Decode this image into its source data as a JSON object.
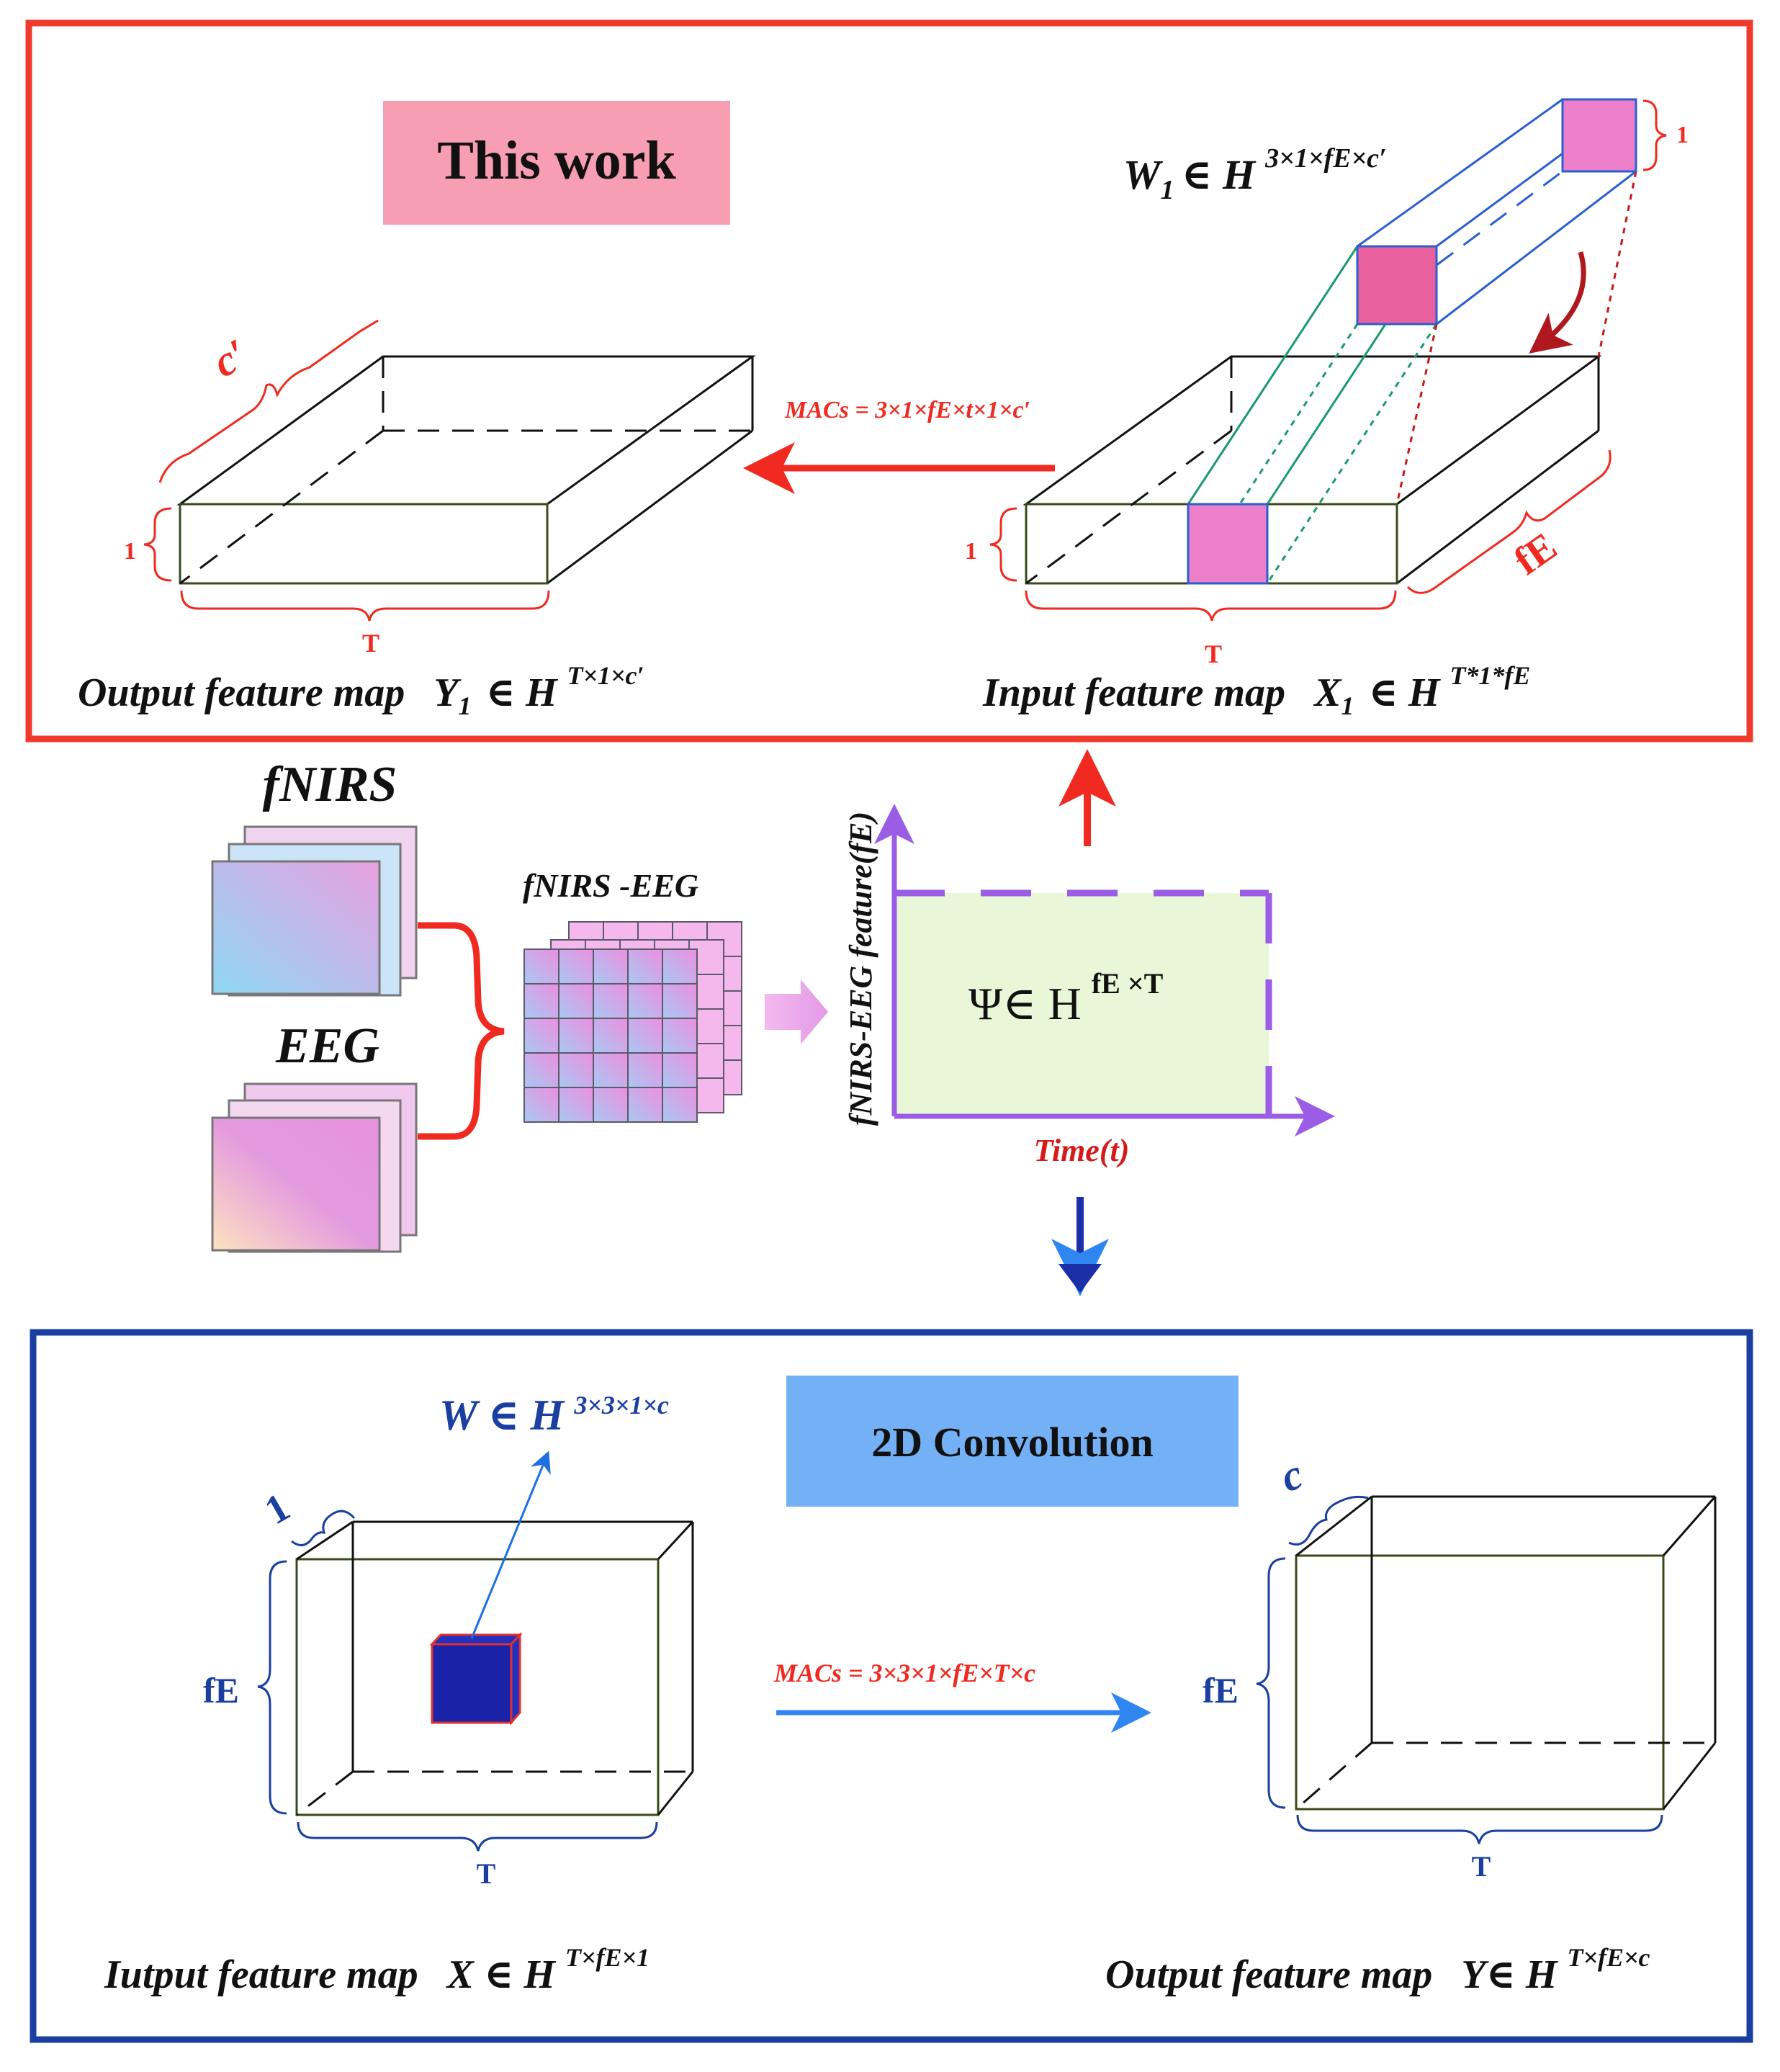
{
  "top_panel": {
    "title": "This work",
    "kernel_label": "W",
    "kernel_sub": "1",
    "kernel_in": "∈ H",
    "kernel_sup": "3×1×fE×c′",
    "macs": "MACs = 3×1×fE×t×1×c′",
    "out_caption": "Output feature map",
    "out_var": "Y",
    "out_sub": "1",
    "out_in": "∈ H",
    "out_sup": "T×1×c′",
    "in_caption": "Input feature map",
    "in_var": "X",
    "in_sub": "1",
    "in_in": "∈ H",
    "in_sup": "T*1*fE",
    "dim_c_prime": "c′",
    "dim_one_out": "1",
    "dim_T_out": "T",
    "dim_one_in": "1",
    "dim_T_in": "T",
    "dim_fE_in": "fE",
    "dim_one_kernel": "1",
    "border_color": "#f03a2e"
  },
  "middle": {
    "fnirs": "fNIRS",
    "eeg": "EEG",
    "fused": "fNIRS -EEG",
    "y_axis": "fNIRS-EEG feature(fE)",
    "x_axis": "Time(t)",
    "psi": "Ψ∈ H",
    "psi_sup": "fE ×T"
  },
  "bottom_panel": {
    "title": "2D Convolution",
    "kernel": "W ∈ H",
    "kernel_sup": "3×3×1×c",
    "macs": "MACs = 3×3×1×fE×T×c",
    "in_caption": "Iutput feature map",
    "in_var": "X ∈ H",
    "in_sup": "T×fE×1",
    "out_caption": "Output feature map",
    "out_var": "Y∈ H",
    "out_sup": "T×fE×c",
    "dim_one": "1",
    "dim_fE_in": "fE",
    "dim_T_in": "T",
    "dim_c": "c",
    "dim_fE_out": "fE",
    "dim_T_out": "T",
    "border_color": "#1a3fa0"
  }
}
